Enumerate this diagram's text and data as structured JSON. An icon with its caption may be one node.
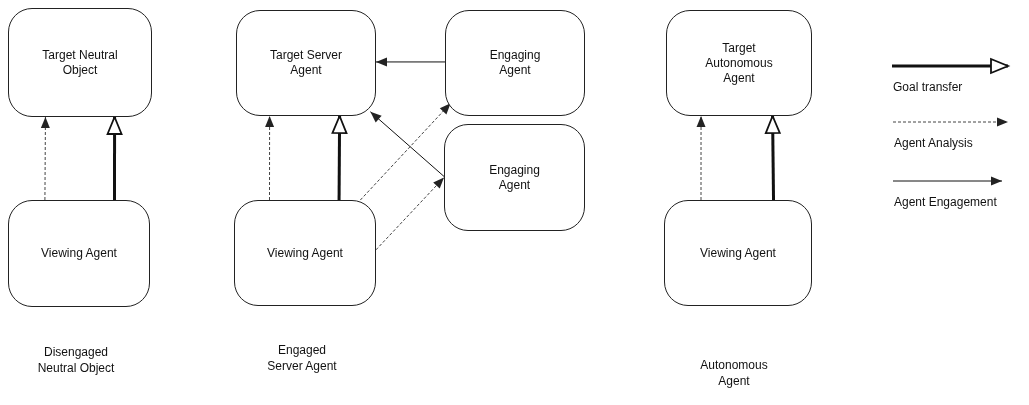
{
  "diagram": {
    "nodes": [
      {
        "text": [
          "Target Neutral Object"
        ]
      },
      {
        "text": [
          "Viewing Agent"
        ]
      },
      {
        "text": [
          "Target Server Agent"
        ]
      },
      {
        "text": [
          "Engaging Agent"
        ]
      },
      {
        "text": [
          "Engaging Agent"
        ]
      },
      {
        "text": [
          "Viewing Agent"
        ]
      },
      {
        "text": [
          "Target Autonomous Agent"
        ]
      },
      {
        "text": [
          "Viewing Agent"
        ]
      }
    ],
    "edges": [
      {
        "from": 1,
        "to": 0,
        "arrow": "to",
        "style": "dashed"
      },
      {
        "from": 1,
        "to": 0,
        "arrow": "to",
        "style": "thick"
      },
      {
        "from": 5,
        "to": 2,
        "arrow": "to",
        "style": "dashed"
      },
      {
        "from": 5,
        "to": 2,
        "arrow": "to",
        "style": "thick"
      },
      {
        "from": 3,
        "to": 2,
        "arrow": "to"
      },
      {
        "from": 4,
        "to": 2,
        "arrow": "to"
      },
      {
        "from": 5,
        "to": 3,
        "arrow": "to",
        "style": "dashed"
      },
      {
        "from": 5,
        "to": 4,
        "arrow": "to",
        "style": "dashed"
      },
      {
        "from": 7,
        "to": 6,
        "arrow": "to",
        "style": "dashed"
      },
      {
        "from": 7,
        "to": 6,
        "arrow": "to",
        "style": "thick"
      }
    ],
    "labels": [
      "Disengaged Neutral Object",
      "Engaged Server Agent",
      "Autonomous Agent"
    ],
    "legend": [
      {
        "text": "Goal transfer"
      },
      {
        "text": "Agent Analysis"
      },
      {
        "text": "Agent Engagement"
      }
    ]
  }
}
